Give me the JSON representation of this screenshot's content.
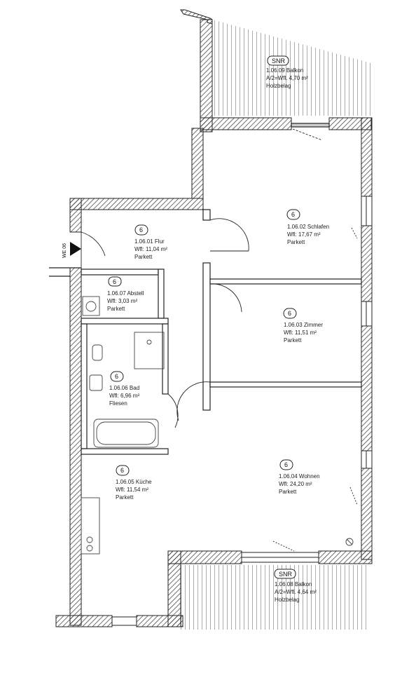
{
  "rooms": {
    "balkon_top": {
      "badge": "SNR",
      "number": "1.06.09 Balkon",
      "area": "A/2=Wfl. 4,70 m²",
      "finish": "Holzbelag"
    },
    "schlafen": {
      "badge": "6",
      "number": "1.06.02 Schlafen",
      "area": "Wfl: 17,67 m²",
      "finish": "Parkett"
    },
    "flur": {
      "badge": "6",
      "number": "1.06.01 Flur",
      "area": "Wfl: 11,04 m²",
      "finish": "Parkett"
    },
    "abstell": {
      "badge": "6",
      "number": "1.06.07 Abstell",
      "area": "Wfl: 3,03 m²",
      "finish": "Parkett"
    },
    "zimmer": {
      "badge": "6",
      "number": "1.06.03 Zimmer",
      "area": "Wfl: 11,51 m²",
      "finish": "Parkett"
    },
    "bad": {
      "badge": "6",
      "number": "1.06.06 Bad",
      "area": "Wfl: 6,96 m²",
      "finish": "Fliesen"
    },
    "kueche": {
      "badge": "6",
      "number": "1.06.05 Küche",
      "area": "Wfl: 11,54 m²",
      "finish": "Parkett"
    },
    "wohnen": {
      "badge": "6",
      "number": "1.06.04 Wohnen",
      "area": "Wfl: 24,20 m²",
      "finish": "Parkett"
    },
    "balkon_bottom": {
      "badge": "SNR",
      "number": "1.06.08 Balkon",
      "area": "A/2=Wfl. 4,64 m²",
      "finish": "Holzbelag"
    }
  },
  "entrance": {
    "label": "WE 06"
  }
}
